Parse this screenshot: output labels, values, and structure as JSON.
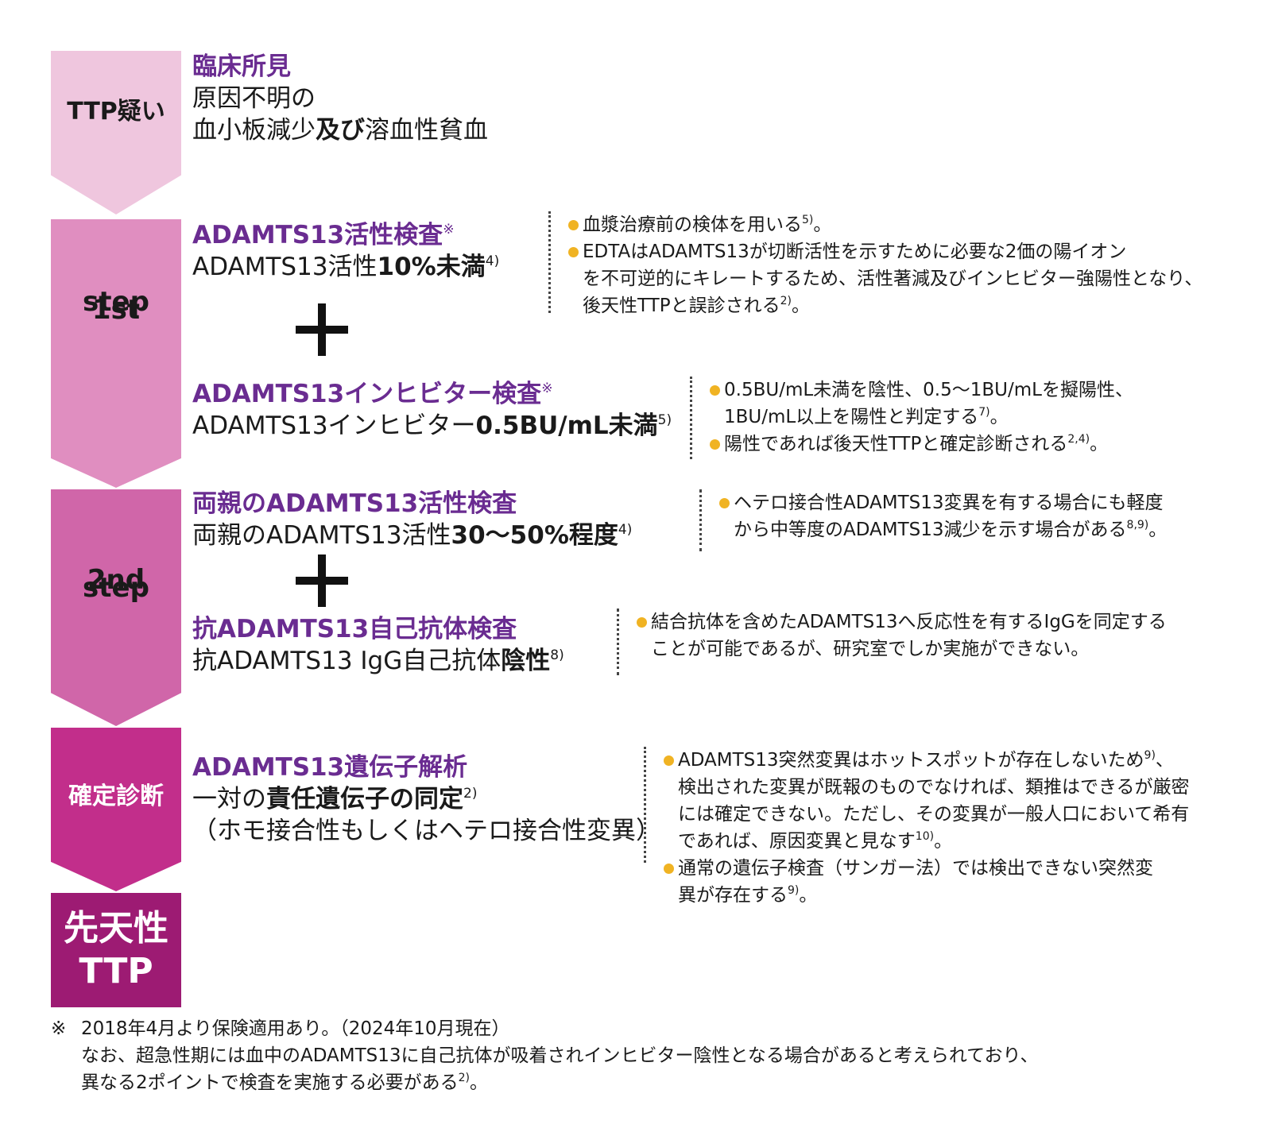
{
  "arrows": {
    "suspect": "TTP疑い",
    "step1_line1": "1st",
    "step1_line2": "step",
    "step2_line1": "2nd",
    "step2_line2": "step",
    "confirm": "確定診断",
    "result_line1": "先天性",
    "result_line2": "TTP"
  },
  "clinical": {
    "title": "臨床所見",
    "line1": "原因不明の",
    "line2_a": "血小板減少",
    "line2_bold": "及び",
    "line2_b": "溶血性貧血"
  },
  "step1": {
    "activity_title": "ADAMTS13活性検査",
    "activity_title_mark": "※",
    "activity_text": "ADAMTS13活性",
    "activity_bold": "10%未満",
    "activity_ref": "4)",
    "activity_notes": [
      {
        "text": "血漿治療前の検体を用いる",
        "ref": "5)",
        "tail": "。"
      },
      {
        "text": "EDTAはADAMTS13が切断活性を示すために必要な2価の陽イオン",
        "line2": "を不可逆的にキレートするため、活性著減及びインヒビター強陽性となり、",
        "line3": "後天性TTPと誤診される",
        "ref": "2)",
        "tail": "。"
      }
    ],
    "inhibitor_title": "ADAMTS13インヒビター検査",
    "inhibitor_title_mark": "※",
    "inhibitor_text": "ADAMTS13インヒビター",
    "inhibitor_bold": "0.5BU/mL未満",
    "inhibitor_ref": "5)",
    "inhibitor_notes": [
      {
        "text": "0.5BU/mL未満を陰性、0.5～1BU/mLを擬陽性、",
        "line2": "1BU/mL以上を陽性と判定する",
        "ref": "7)",
        "tail": "。"
      },
      {
        "text": "陽性であれば後天性TTPと確定診断される",
        "ref": "2,4)",
        "tail": "。"
      }
    ]
  },
  "step2": {
    "parents_title": "両親のADAMTS13活性検査",
    "parents_text": "両親のADAMTS13活性",
    "parents_bold": "30～50%程度",
    "parents_ref": "4)",
    "parents_note": {
      "text": "ヘテロ接合性ADAMTS13変異を有する場合にも軽度",
      "line2": "から中等度のADAMTS13減少を示す場合がある",
      "ref": "8,9)",
      "tail": "。"
    },
    "auto_title": "抗ADAMTS13自己抗体検査",
    "auto_text": "抗ADAMTS13 IgG自己抗体",
    "auto_bold": "陰性",
    "auto_ref": "8)",
    "auto_note": {
      "text": "結合抗体を含めたADAMTS13へ反応性を有するIgGを同定する",
      "line2": "ことが可能であるが、研究室でしか実施ができない。"
    }
  },
  "genetic": {
    "title": "ADAMTS13遺伝子解析",
    "text_a": "一対の",
    "text_bold": "責任遺伝子の同定",
    "ref": "2)",
    "line2": "（ホモ接合性もしくはヘテロ接合性変異）",
    "notes": [
      {
        "text": "ADAMTS13突然変異はホットスポットが存在しないため",
        "ref1": "9)",
        "tail1": "、",
        "line2": "検出された変異が既報のものでなければ、類推はできるが厳密",
        "line3": "には確定できない。ただし、その変異が一般人口において希有",
        "line4": "であれば、原因変異と見なす",
        "ref": "10)",
        "tail": "。"
      },
      {
        "text": "通常の遺伝子検査（サンガー法）では検出できない突然変",
        "line2": "異が存在する",
        "ref": "9)",
        "tail": "。"
      }
    ]
  },
  "footnote": {
    "mark": "※",
    "line1": "2018年4月より保険適用あり。（2024年10月現在）",
    "line2": "なお、超急性期には血中のADAMTS13に自己抗体が吸着されインヒビター陰性となる場合があると考えられており、",
    "line3": "異なる2ポイントで検査を実施する必要がある",
    "ref": "2)",
    "tail": "。"
  },
  "colors": {
    "title_purple": "#6a2c91",
    "bullet_yellow": "#f0b323",
    "arrow1": "#efc6de",
    "arrow2": "#e08ec0",
    "arrow3": "#d066a9",
    "arrow4": "#c22e8b",
    "arrow5": "#9d1b73"
  }
}
